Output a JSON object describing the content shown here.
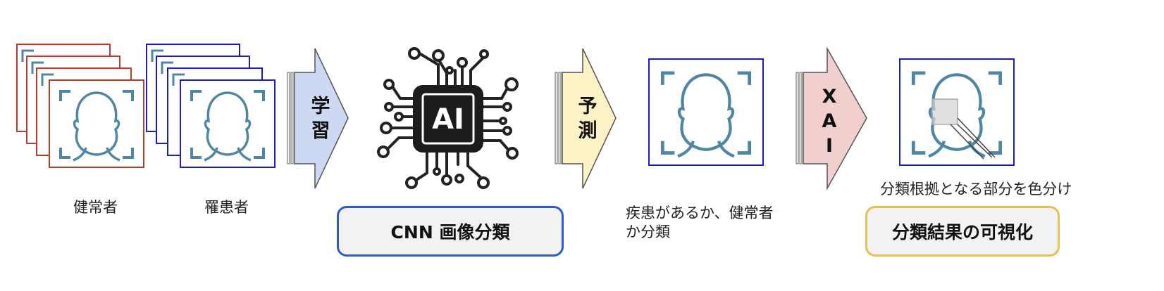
{
  "labels": {
    "healthy": "健常者",
    "patients": "罹患者",
    "prediction_result": "疾患があるか、健常者",
    "prediction_result_line2": "か分類",
    "highlight_caption": "分類根拠となる部分を色分け"
  },
  "arrows": {
    "learning": [
      "学",
      "習"
    ],
    "prediction": [
      "予",
      "測"
    ],
    "xai": [
      "X",
      "A",
      "I"
    ]
  },
  "chip": {
    "text": "AI"
  },
  "boxes": {
    "cnn": "CNN 画像分類",
    "visualization": "分類結果の可視化"
  },
  "colors": {
    "healthy_frame": "#c0392b",
    "patient_frame": "#1a1ad6",
    "face_line": "#4f86a3",
    "arrow_learning": "#cdd9f3",
    "arrow_prediction": "#fdf2c6",
    "arrow_xai": "#f1cfcf",
    "cnn_border": "#2a5bc9",
    "visualization_border": "#e6c14f"
  }
}
